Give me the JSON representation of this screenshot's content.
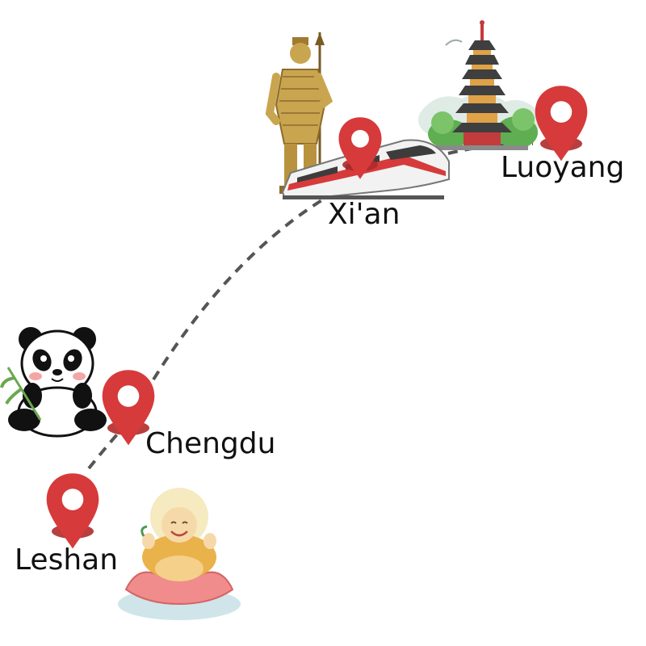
{
  "map": {
    "route_color": "#555555",
    "pin_color": "#d63a3a",
    "pin_shadow_color": "#b02a2a",
    "cities": [
      {
        "id": "luoyang",
        "name": "Luoyang",
        "icon": "pagoda-icon"
      },
      {
        "id": "xian",
        "name": "Xi'an",
        "icon": "terracotta-warrior-icon"
      },
      {
        "id": "chengdu",
        "name": "Chengdu",
        "icon": "panda-icon"
      },
      {
        "id": "leshan",
        "name": "Leshan",
        "icon": "buddha-icon"
      }
    ],
    "transport_icon": "high-speed-train-icon"
  }
}
